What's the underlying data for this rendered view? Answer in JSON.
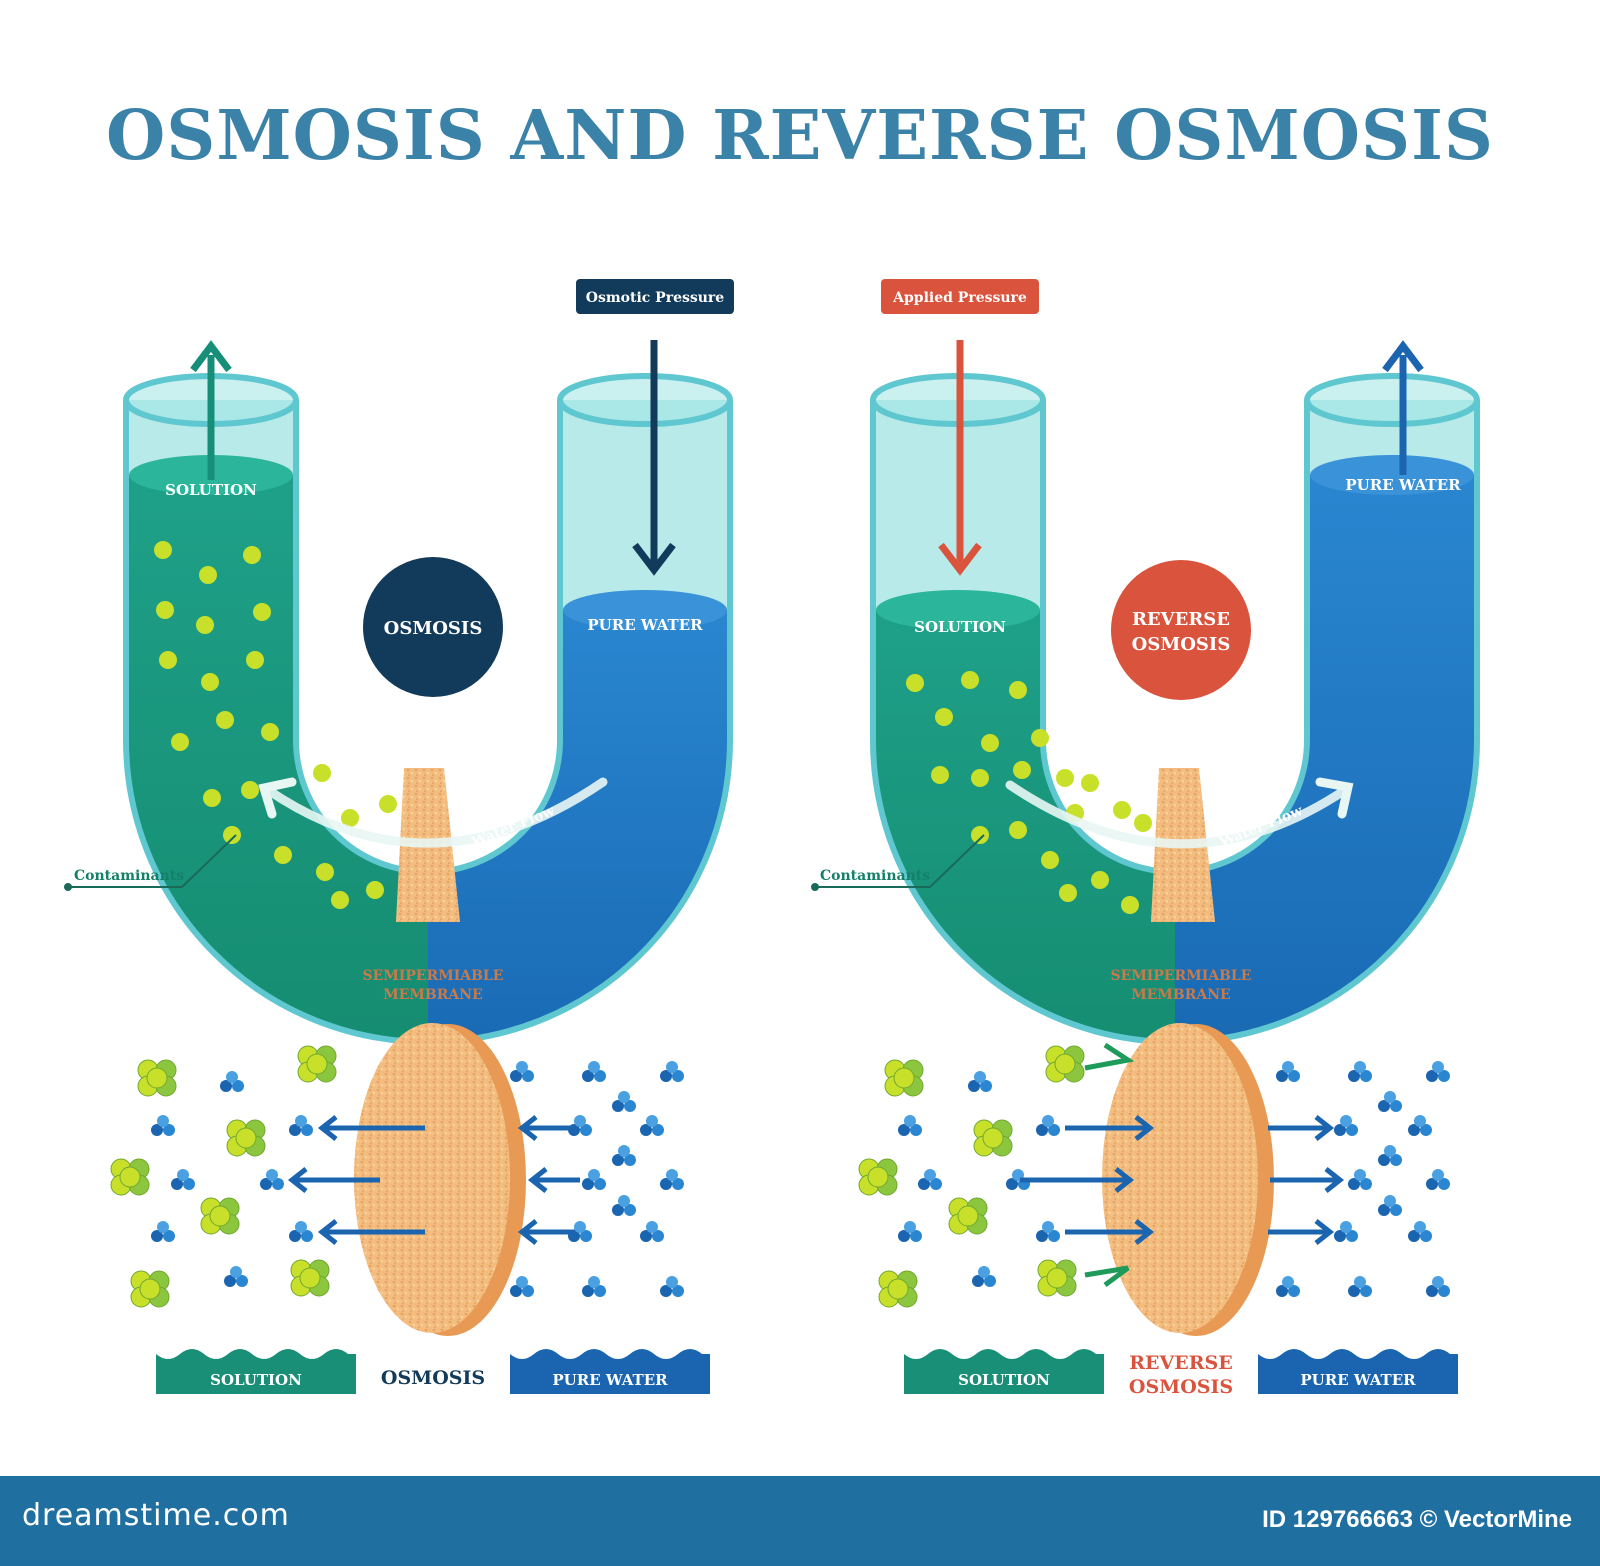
{
  "title": "OSMOSIS AND REVERSE OSMOSIS",
  "osmosis": {
    "pressure_label": "Osmotic Pressure",
    "solution_label": "SOLUTION",
    "pure_water_label": "PURE WATER",
    "center_label": "OSMOSIS",
    "flow_label": "Water Flow",
    "contaminants_label": "Contaminants",
    "membrane_label_1": "SEMIPERMIABLE",
    "membrane_label_2": "MEMBRANE",
    "bottom_solution": "SOLUTION",
    "bottom_center": "OSMOSIS",
    "bottom_pure_water": "PURE WATER"
  },
  "reverse": {
    "pressure_label": "Applied Pressure",
    "solution_label": "SOLUTION",
    "pure_water_label": "PURE WATER",
    "center_label_1": "REVERSE",
    "center_label_2": "OSMOSIS",
    "flow_label": "Water Flow",
    "contaminants_label": "Contaminants",
    "membrane_label_1": "SEMIPERMIABLE",
    "membrane_label_2": "MEMBRANE",
    "bottom_solution": "SOLUTION",
    "bottom_center_1": "REVERSE",
    "bottom_center_2": "OSMOSIS",
    "bottom_pure_water": "PURE WATER"
  },
  "footer": {
    "brand": "dreamstime.com",
    "id_text": "ID 129766663 © VectorMine"
  },
  "colors": {
    "title": "#3a82a8",
    "solution": "#1a9a7a",
    "pure_water": "#1f6fc0",
    "osmotic": "#123a5a",
    "applied": "#d9533d",
    "membrane": "#f0b070",
    "contaminant": "#c8e02a"
  }
}
